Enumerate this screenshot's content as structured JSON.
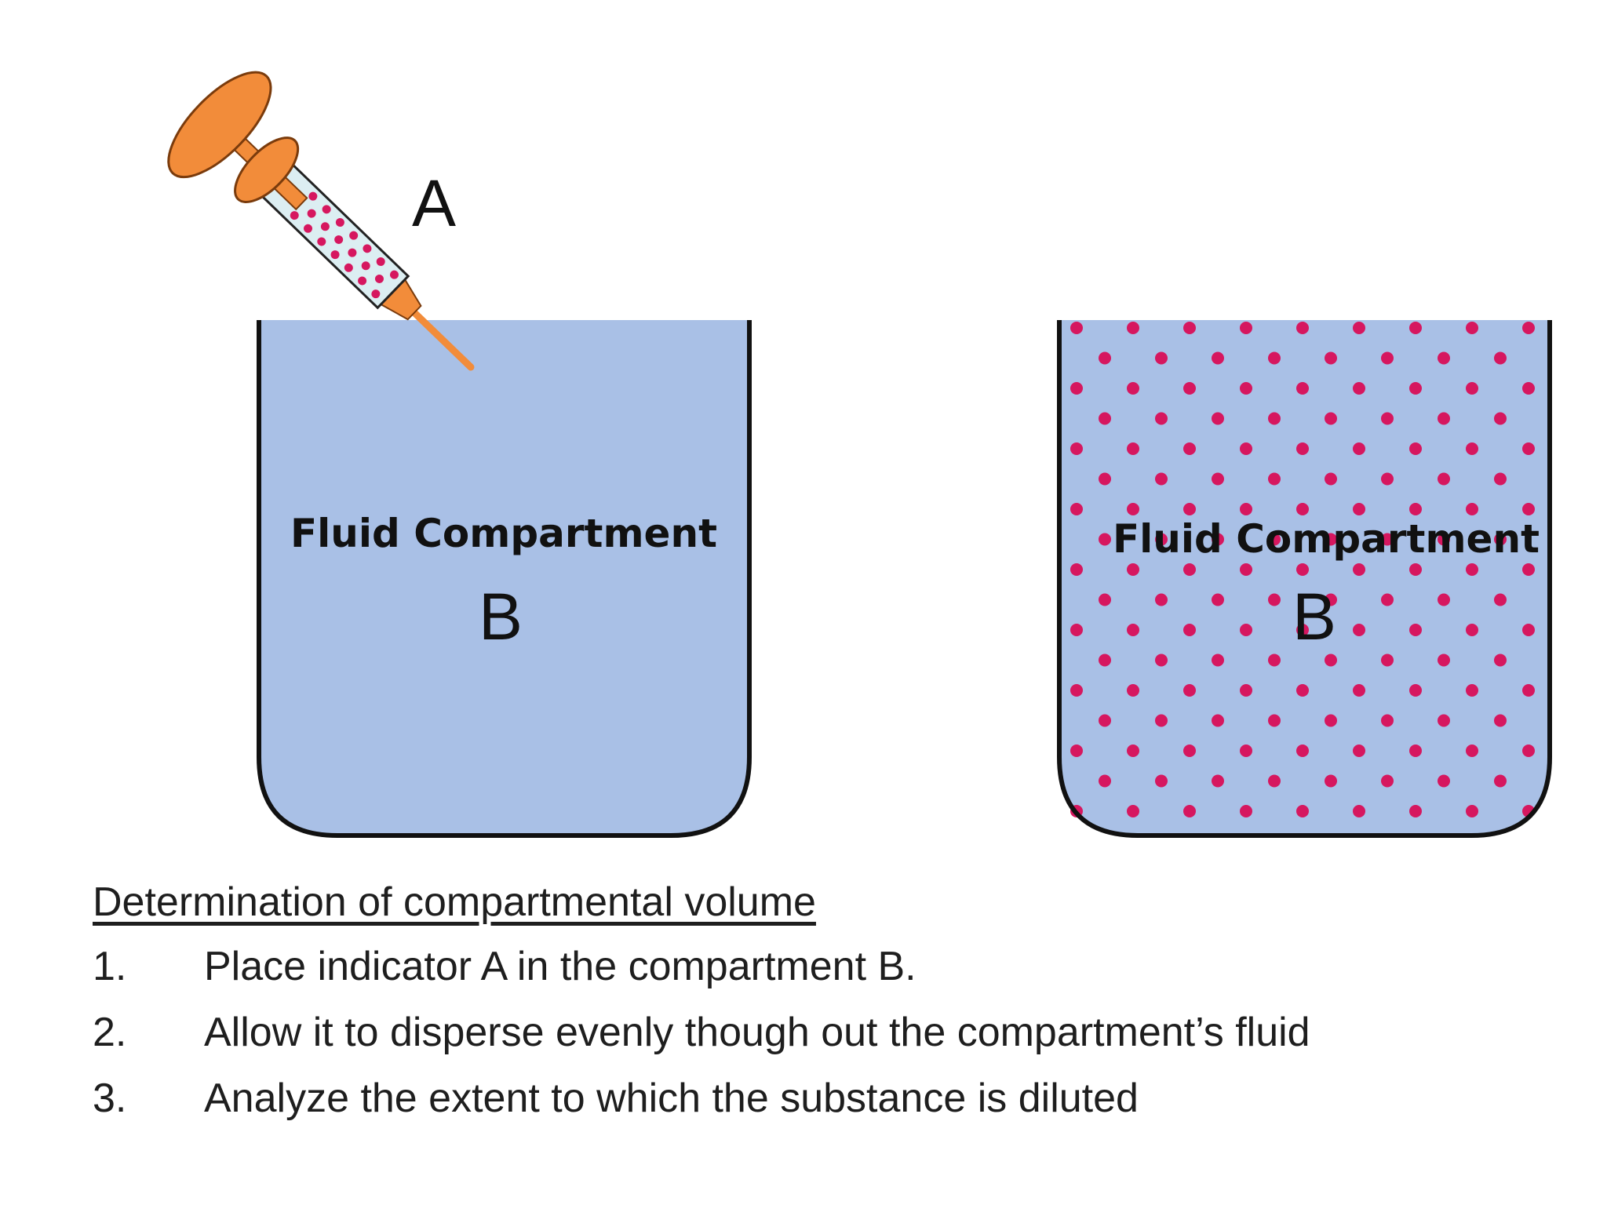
{
  "colors": {
    "fluid": "#a9c0e6",
    "outline": "#111111",
    "dot": "#d6175f",
    "syringe_orange": "#f28c3a",
    "syringe_outline": "#7a3b0c",
    "barrel": "#dceef2",
    "page_bg": "#ffffff"
  },
  "indicator_label": "A",
  "compartments": [
    {
      "title": "Fluid Compartment",
      "letter": "B",
      "state": "before"
    },
    {
      "title": "Fluid Compartment",
      "letter": "B",
      "state": "after"
    }
  ],
  "instructions": {
    "heading": "Determination of compartmental volume",
    "steps": [
      {
        "num": "1.",
        "text": "Place indicator A in the compartment B."
      },
      {
        "num": "2.",
        "text": "Allow it to disperse evenly though out the compartment’s fluid"
      },
      {
        "num": "3.",
        "text": "Analyze the extent to which the substance is diluted"
      }
    ]
  }
}
